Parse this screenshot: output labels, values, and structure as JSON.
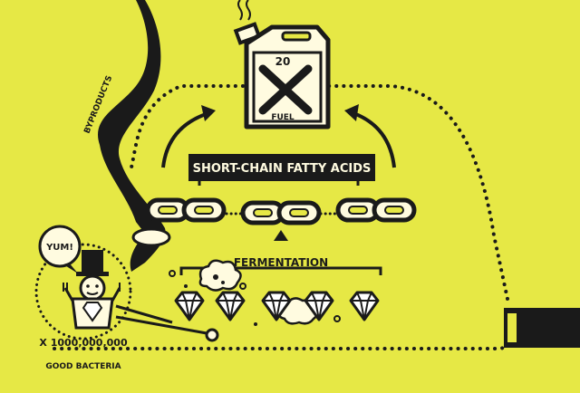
{
  "colors": {
    "background": "#e6e845",
    "ink": "#1a1a1a",
    "cream": "#fffbe0",
    "white": "#ffffff"
  },
  "labels": {
    "fuel_number": "20",
    "fuel": "FUEL",
    "scfa": "SHORT-CHAIN FATTY ACIDS",
    "fermentation": "FERMENTATION",
    "yum": "YUM!",
    "count": "X 1000,000,000",
    "good_bacteria": "GOOD BACTERIA",
    "byproducts": "BYPRODUCTS"
  },
  "icons": [
    "jerry-can-icon",
    "chain-link-icon",
    "diamond-icon",
    "bacteria-character-icon",
    "cloud-icon",
    "arrow-icon"
  ]
}
